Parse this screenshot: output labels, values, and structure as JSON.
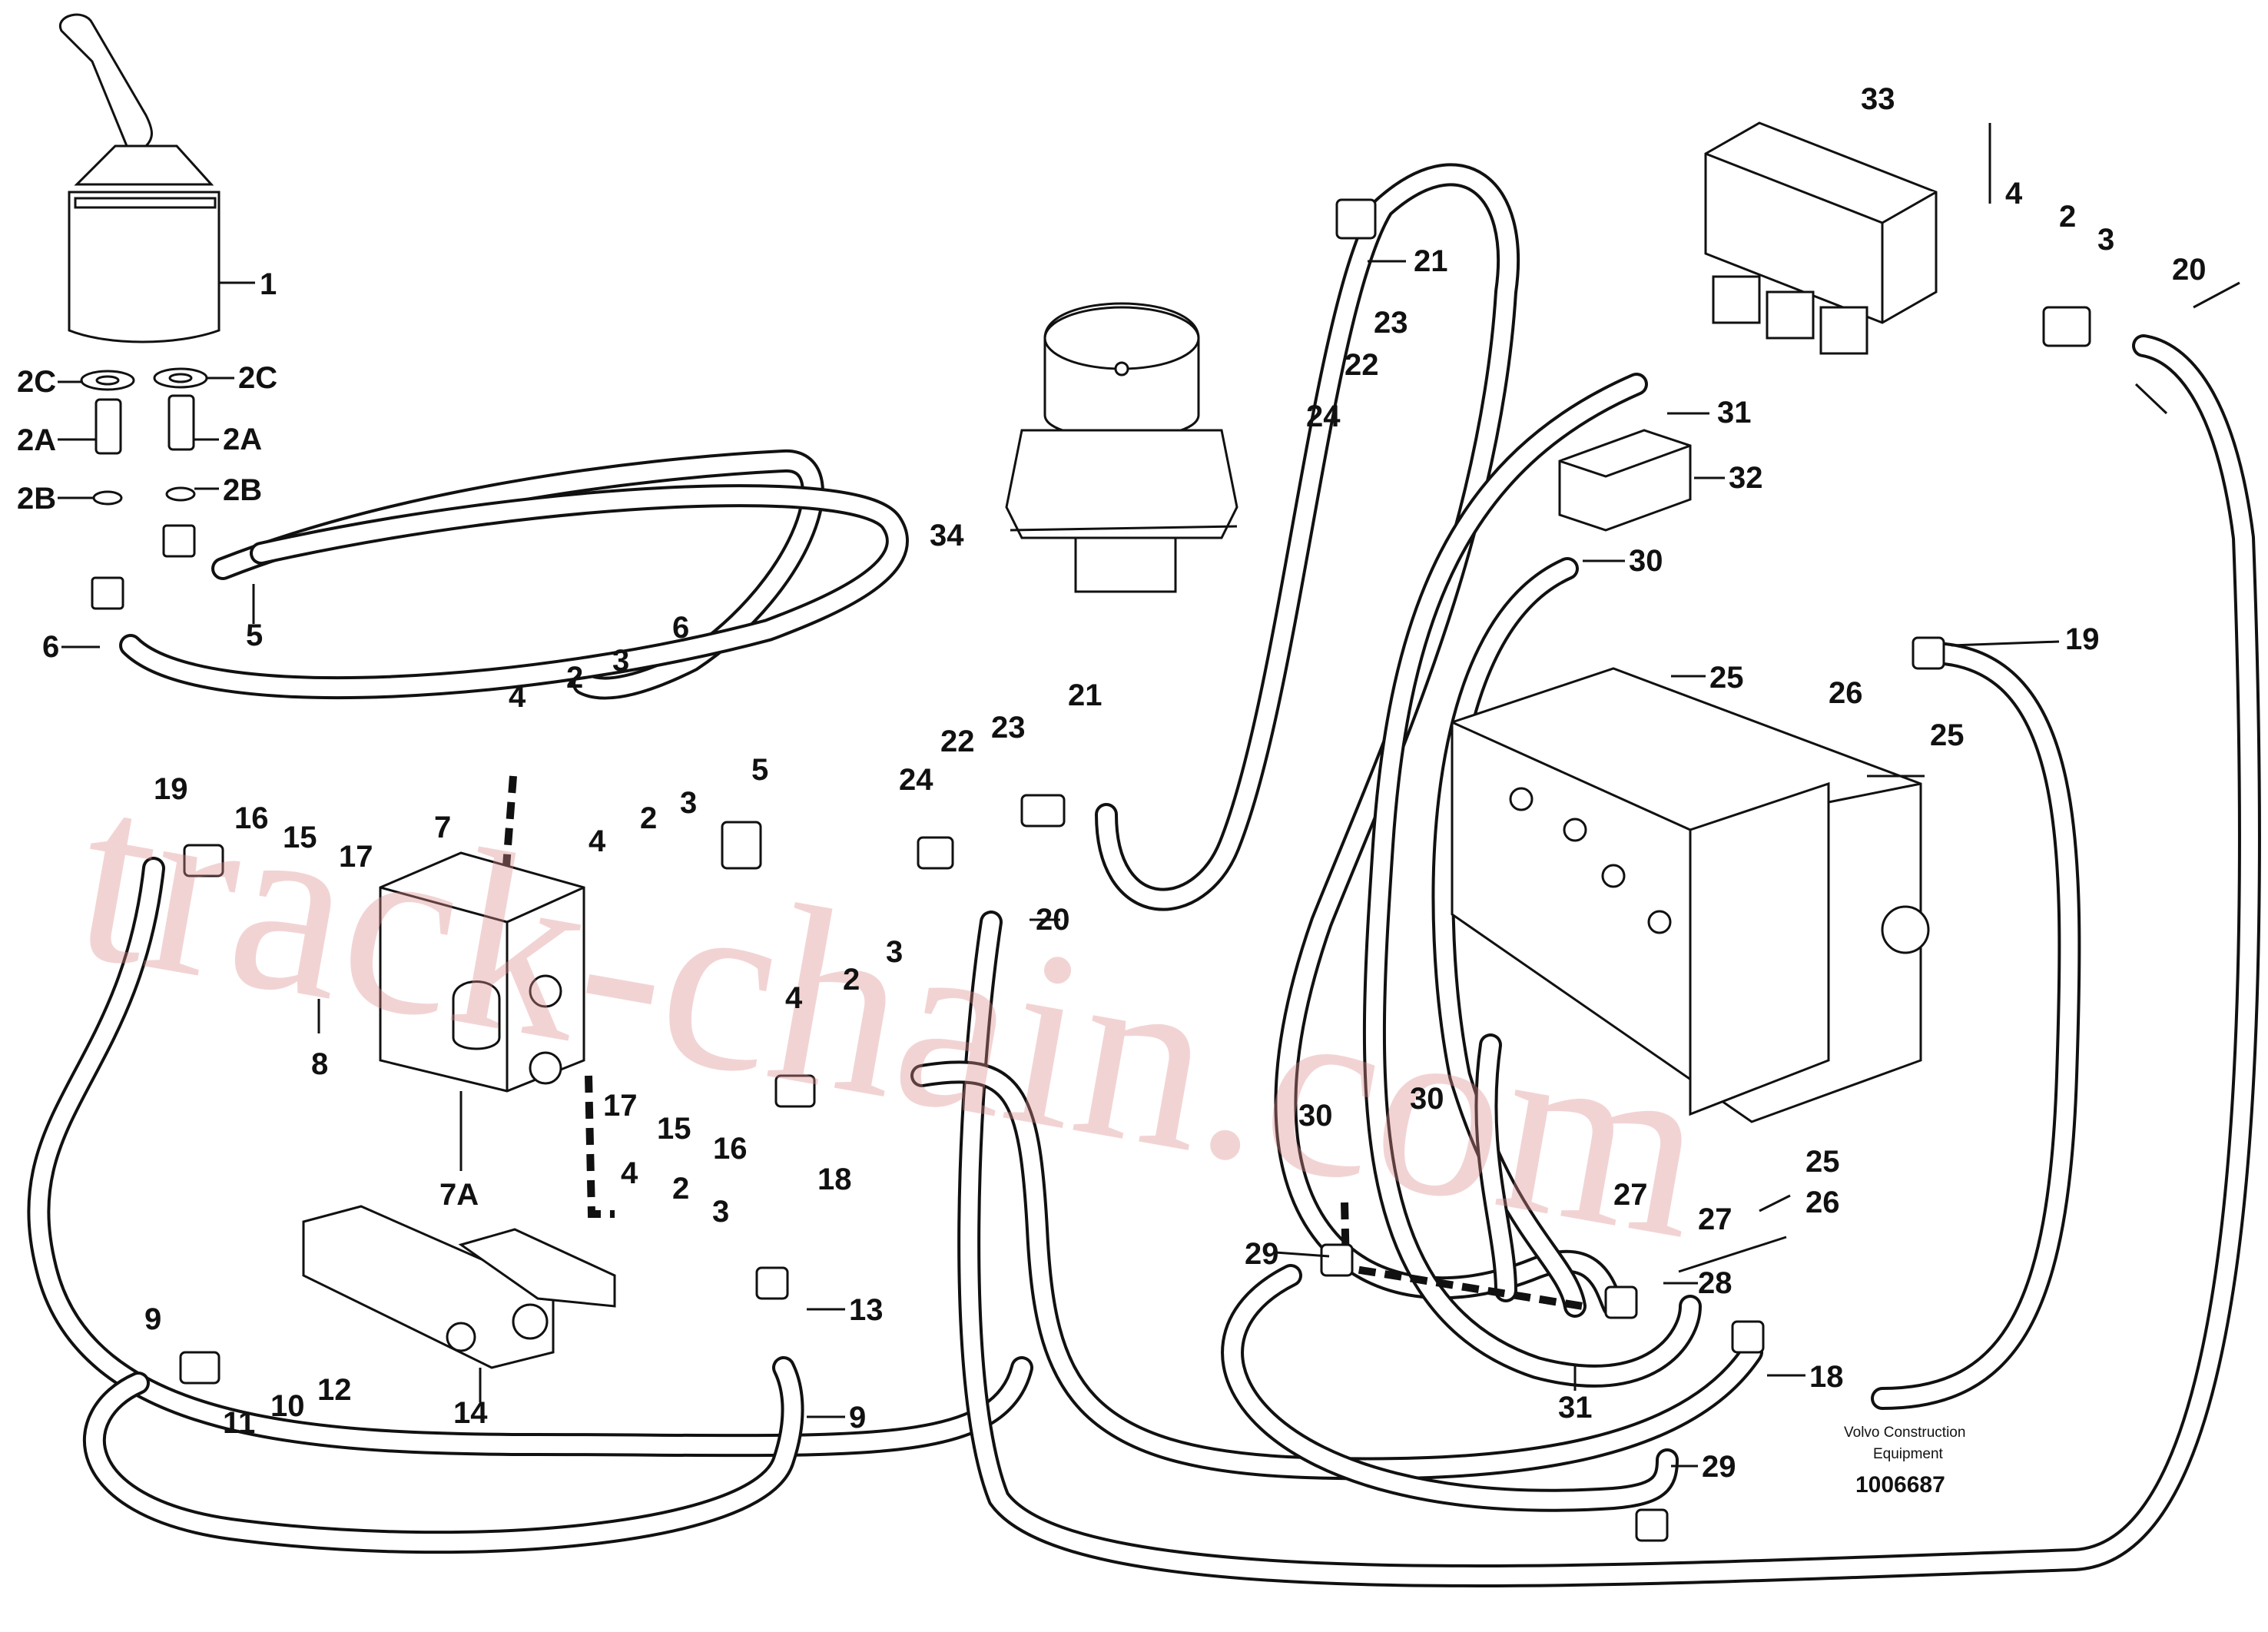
{
  "labels": {
    "c1": "1",
    "c2c_l": "2C",
    "c2c_r": "2C",
    "c2a_l": "2A",
    "c2a_r": "2A",
    "c2b_l": "2B",
    "c2b_r": "2B",
    "c6_a": "6",
    "c5_a": "5",
    "c4_a": "4",
    "c2_a": "2",
    "c3_a": "3",
    "c6_b": "6",
    "c19_a": "19",
    "c16": "16",
    "c15_a": "15",
    "c17_a": "17",
    "c7": "7",
    "c4_b": "4",
    "c2_b": "2",
    "c3_b": "3",
    "c5_b": "5",
    "c24_a": "24",
    "c22_a": "22",
    "c23_a": "23",
    "c21_a": "21",
    "c20_a": "20",
    "c4_c": "4",
    "c2_c": "2",
    "c3_c": "3",
    "c8": "8",
    "c7a": "7A",
    "c17_b": "17",
    "c15_b": "15",
    "c16_b": "16",
    "c18_a": "18",
    "c4_d": "4",
    "c2_d": "2",
    "c3_d": "3",
    "c13": "13",
    "c9_a": "9",
    "c11": "11",
    "c10": "10",
    "c12": "12",
    "c14": "14",
    "c9_b": "9",
    "c21_b": "21",
    "c23_b": "23",
    "c22_b": "22",
    "c24_b": "24",
    "c34": "34",
    "c33": "33",
    "c4_e": "4",
    "c2_e": "2",
    "c3_e": "3",
    "c20_b": "20",
    "c31_a": "31",
    "c32": "32",
    "c30_a": "30",
    "c25_a": "25",
    "c19_b": "19",
    "c26_a": "26",
    "c25_b": "25",
    "c30_b": "30",
    "c30_c": "30",
    "c27_a": "27",
    "c27_b": "27",
    "c25_c": "25",
    "c26_b": "26",
    "c28": "28",
    "c29_a": "29",
    "c31_b": "31",
    "c18_b": "18",
    "c29_b": "29"
  },
  "footer": {
    "maker_line1": "Volvo Construction",
    "maker_line2": "Equipment",
    "doc_number": "1006687"
  },
  "watermark": "track-chain.com"
}
